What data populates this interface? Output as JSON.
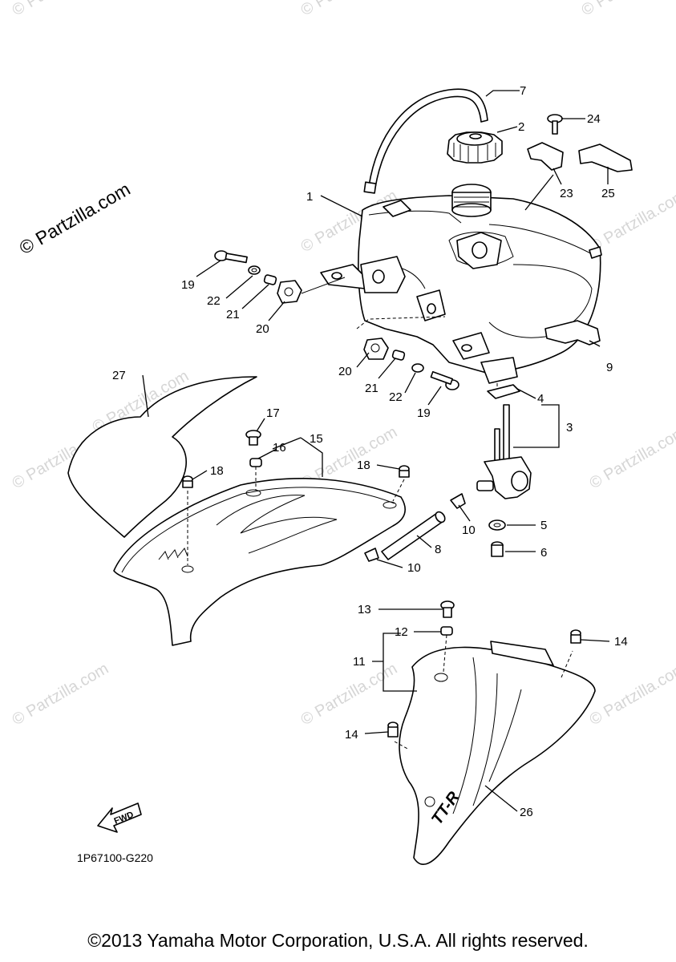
{
  "watermark": {
    "brand": "© Partzilla.com",
    "tiles": [
      "© Partzilla.com",
      "© Partzilla.com",
      "© Partzilla.com",
      "© Partzilla.com",
      "© Partzilla.com",
      "© Partzilla.com",
      "© Partzilla.com",
      "© Partzilla.com",
      "© Partzilla.com",
      "© Partzilla.com",
      "© Partzilla.com",
      "© Partzilla.com"
    ]
  },
  "callouts": [
    "1",
    "2",
    "3",
    "4",
    "5",
    "6",
    "7",
    "8",
    "9",
    "10",
    "10",
    "11",
    "12",
    "13",
    "14",
    "14",
    "15",
    "16",
    "17",
    "18",
    "18",
    "19",
    "19",
    "20",
    "20",
    "21",
    "21",
    "22",
    "22",
    "23",
    "24",
    "25",
    "26",
    "27"
  ],
  "fwd_label": "FWD",
  "decal_text": "TT-R",
  "diagram_code": "1P67100-G220",
  "copyright": "©2013 Yamaha Motor Corporation, U.S.A. All rights reserved."
}
